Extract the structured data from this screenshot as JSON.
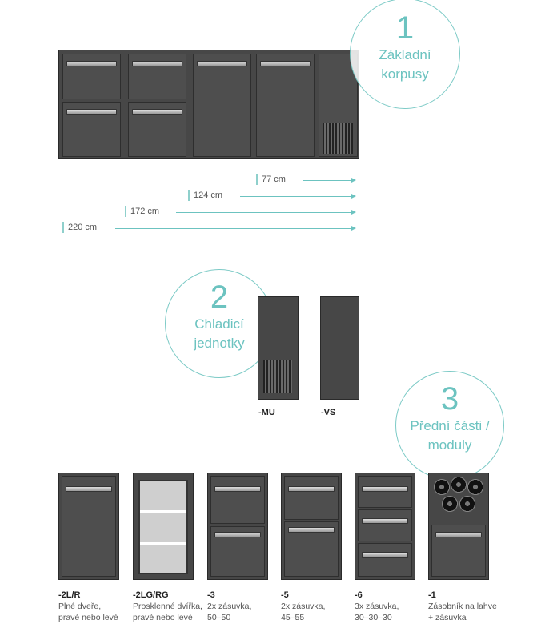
{
  "section1": {
    "number": "1",
    "label_line1": "Základní",
    "label_line2": "korpusy"
  },
  "dimensions": [
    "77 cm",
    "124 cm",
    "172 cm",
    "220 cm"
  ],
  "section2": {
    "number": "2",
    "label_line1": "Chladicí",
    "label_line2": "jednotky",
    "units": [
      "-MU",
      "-VS"
    ]
  },
  "section3": {
    "number": "3",
    "label_line1": "Přední části /",
    "label_line2": "moduly"
  },
  "modules": [
    {
      "code": "-2L/R",
      "line1": "Plné dveře,",
      "line2": "pravé nebo levé"
    },
    {
      "code": "-2LG/RG",
      "line1": "Prosklenné dvířka,",
      "line2": "pravé nebo levé"
    },
    {
      "code": "-3",
      "line1": "2x zásuvka,",
      "line2": "50–50"
    },
    {
      "code": "-5",
      "line1": "2x zásuvka,",
      "line2": "45–55"
    },
    {
      "code": "-6",
      "line1": "3x zásuvka,",
      "line2": "30–30–30"
    },
    {
      "code": "-1",
      "line1": "Zásobník na lahve",
      "line2": "+ zásuvka"
    }
  ],
  "colors": {
    "accent": "#6cc3c0",
    "cabinet": "#474747"
  }
}
